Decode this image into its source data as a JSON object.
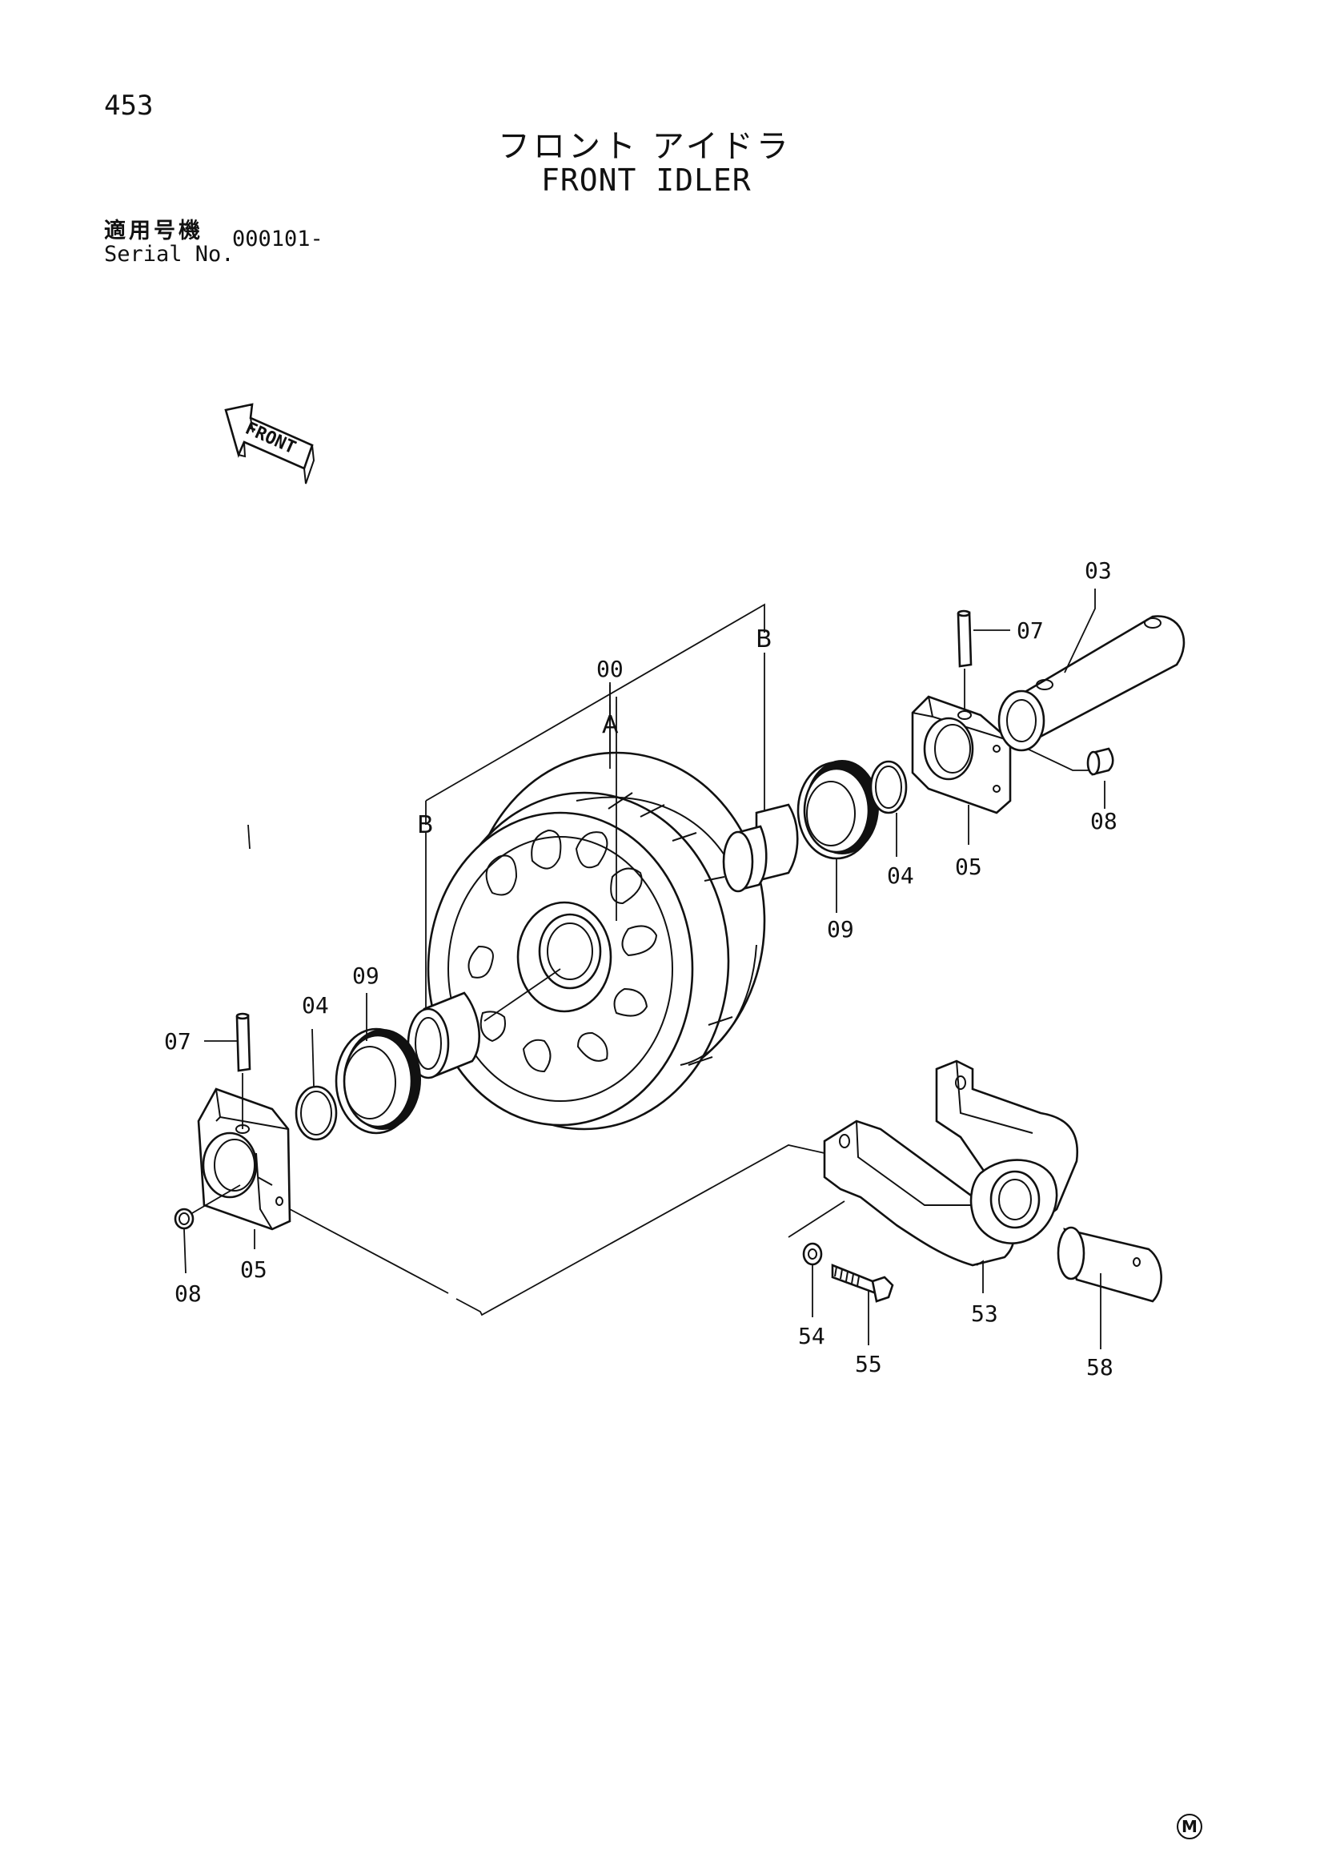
{
  "page_number": "453",
  "title_jp": "フロント アイドラ",
  "title_en": "FRONT IDLER",
  "serial_label_jp": "適用号機",
  "serial_label_en": "Serial No.",
  "serial_value": "000101-",
  "direction_arrow_label": "FRONT",
  "group_labels": {
    "a": "A",
    "b_left": "B",
    "b_right": "B"
  },
  "parts": {
    "assembly": "00",
    "pin_right": "03",
    "o_ring_left": "04",
    "o_ring_right": "04",
    "bracket_left": "05",
    "bracket_right": "05",
    "spring_pin_left": "07",
    "spring_pin_right": "07",
    "plug_left": "08",
    "plug_right": "08",
    "seal_left": "09",
    "seal_right": "09",
    "yoke": "53",
    "washer": "54",
    "bolt": "55",
    "pin_yoke": "58"
  },
  "manufacturer_mark": "M"
}
